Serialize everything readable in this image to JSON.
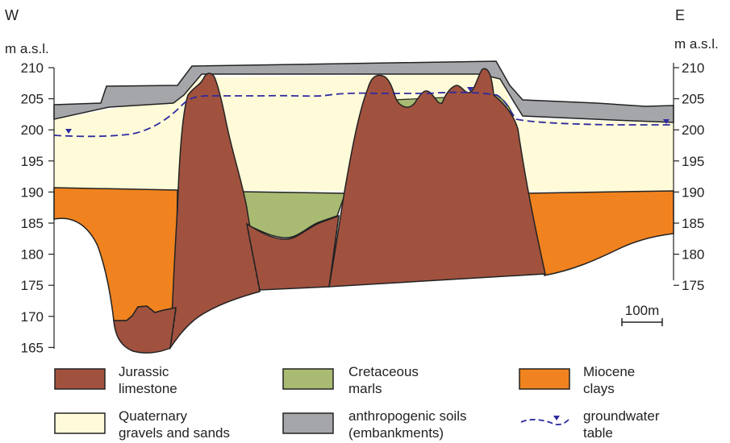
{
  "labels": {
    "west": "W",
    "east": "E",
    "unit_left": "m a.s.l.",
    "unit_right": "m a.s.l.",
    "scale_bar": "100m"
  },
  "left_axis": [
    {
      "label": "210",
      "value": 210
    },
    {
      "label": "205",
      "value": 205
    },
    {
      "label": "200",
      "value": 200
    },
    {
      "label": "195",
      "value": 195
    },
    {
      "label": "190",
      "value": 190
    },
    {
      "label": "185",
      "value": 185
    },
    {
      "label": "180",
      "value": 180
    },
    {
      "label": "175",
      "value": 175
    },
    {
      "label": "170",
      "value": 170
    },
    {
      "label": "165",
      "value": 165
    }
  ],
  "right_axis": [
    {
      "label": "210",
      "value": 210
    },
    {
      "label": "205",
      "value": 205
    },
    {
      "label": "200",
      "value": 200
    },
    {
      "label": "195",
      "value": 195
    },
    {
      "label": "190",
      "value": 190
    },
    {
      "label": "185",
      "value": 185
    },
    {
      "label": "180",
      "value": 180
    },
    {
      "label": "175",
      "value": 175
    }
  ],
  "legend": [
    {
      "key": "limestone",
      "lines": [
        "Jurassic",
        "limestone"
      ],
      "fill": "#a0523f"
    },
    {
      "key": "marls",
      "lines": [
        "Cretaceous",
        "marls"
      ],
      "fill": "#a9bb72"
    },
    {
      "key": "clays",
      "lines": [
        "Miocene",
        "clays"
      ],
      "fill": "#f0831f"
    },
    {
      "key": "gravels",
      "lines": [
        "Quaternary",
        "gravels and sands"
      ],
      "fill": "#fffbd9"
    },
    {
      "key": "soils",
      "lines": [
        "anthropogenic soils",
        "(embankments)"
      ],
      "fill": "#a5a6aa"
    },
    {
      "key": "groundwater",
      "lines": [
        "groundwater",
        "table"
      ],
      "stroke": "#2e2aa0"
    }
  ],
  "colors": {
    "limestone": "#a0523f",
    "marls": "#a9bb72",
    "clays": "#f0831f",
    "gravels": "#fffbd9",
    "soils": "#a5a6aa",
    "groundwater": "#2e2aa0"
  }
}
